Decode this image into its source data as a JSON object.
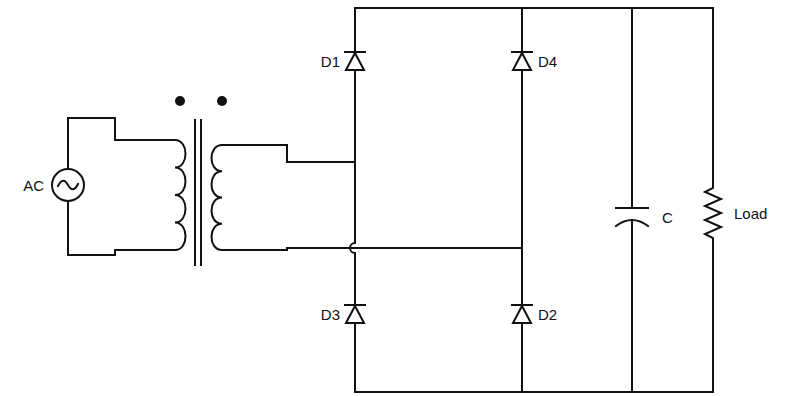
{
  "diagram": {
    "labels": [
      "D1",
      "D4",
      "AC",
      "C",
      "Load",
      "D3",
      "D2"
    ]
  }
}
